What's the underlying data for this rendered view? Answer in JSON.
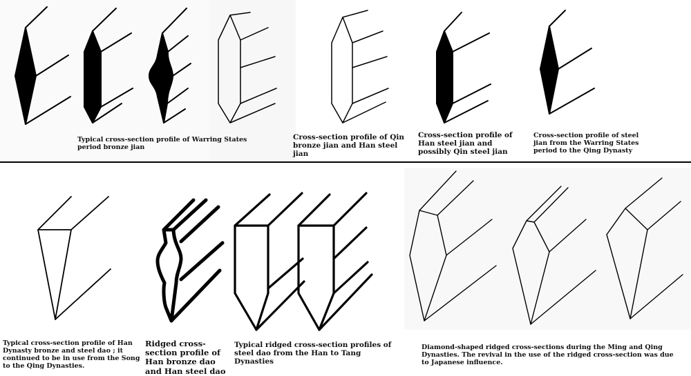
{
  "top_row": {
    "captions": {
      "warring_states": "Typical cross-section profile of Warring States period bronze jian",
      "qin_han": "Cross-section profile of Qin bronze jian and Han steel jian",
      "han_qin": "Cross-section profile of Han steel jian and possibly Qin steel jian",
      "warring_to_qing": "Cross-section profile of steel jian from the Warring States  period to the Qing Dynasty"
    }
  },
  "bottom_row": {
    "captions": {
      "han_dao": "Typical cross-section  profile of Han Dynasty bronze and steel dao ; it continued to be in use from the Song to the Qing Dynasties.",
      "ridged_han": "Ridged cross-section profile of Han bronze dao and Han steel dao",
      "han_tang": "Typical ridged cross-section profiles of steel dao from the Han to Tang Dynasties",
      "ming_qing": "Diamond-shaped ridged cross-sections during the Ming and Qing Dynasties. The revival in the use of the ridged cross-section was due to Japanese influence."
    }
  }
}
